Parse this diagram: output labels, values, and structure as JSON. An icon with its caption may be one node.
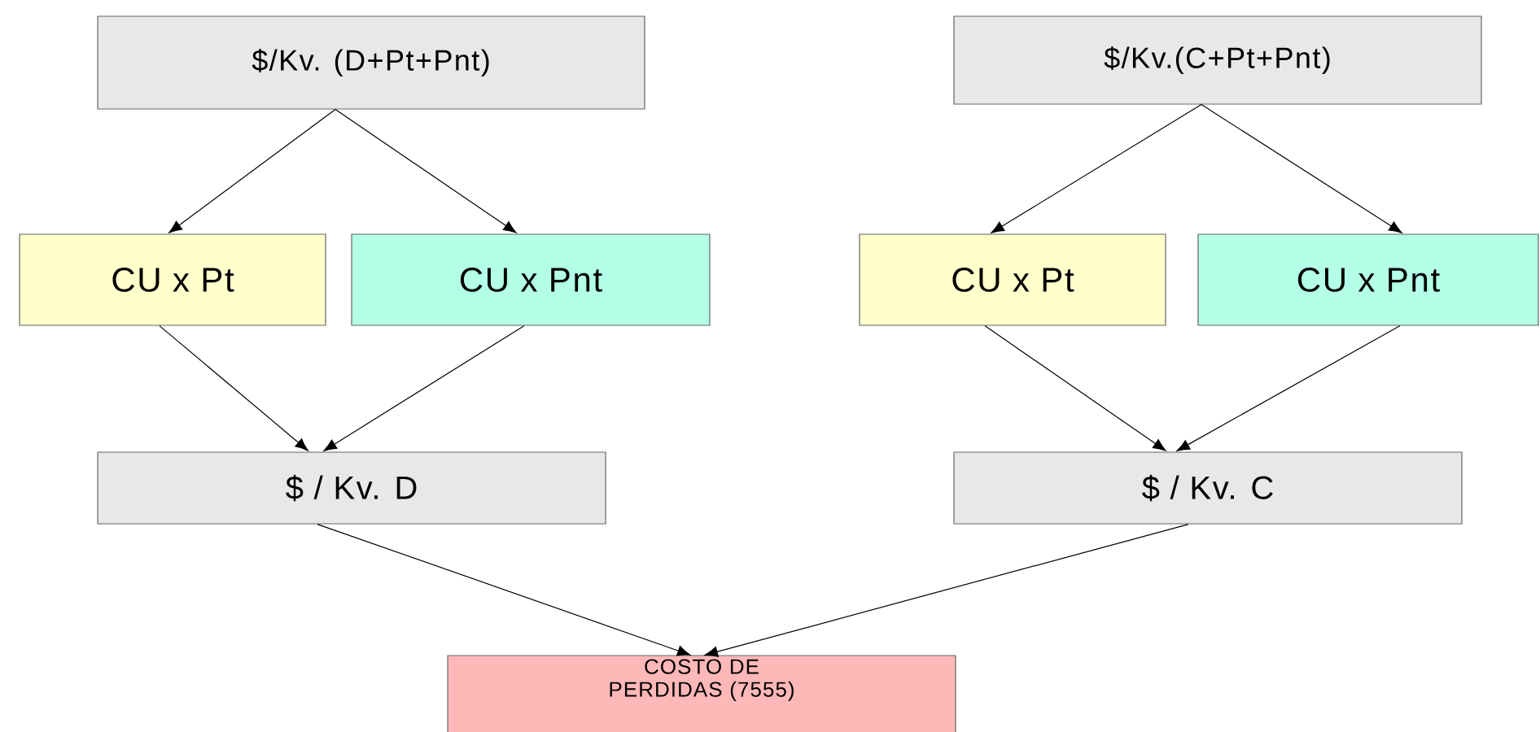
{
  "diagram": {
    "nodes": [
      {
        "text": [
          "$/Kv. (D+Pt+Pnt)"
        ]
      },
      {
        "text": [
          "CU x Pt"
        ]
      },
      {
        "text": [
          "CU x Pnt"
        ]
      },
      {
        "text": [
          "$ / Kv. D"
        ]
      },
      {
        "text": [
          "$/Kv.(C+Pt+Pnt)"
        ]
      },
      {
        "text": [
          "CU x Pt"
        ]
      },
      {
        "text": [
          "CU x Pnt"
        ]
      },
      {
        "text": [
          "$ / Kv. C"
        ]
      },
      {
        "text": [
          "COSTO DE PERDIDAS (7555)"
        ]
      }
    ],
    "edges": [
      {
        "from": 0,
        "to": 1,
        "arrow": "to"
      },
      {
        "from": 0,
        "to": 2,
        "arrow": "to"
      },
      {
        "from": 1,
        "to": 3,
        "arrow": "to"
      },
      {
        "from": 2,
        "to": 3,
        "arrow": "to"
      },
      {
        "from": 4,
        "to": 5,
        "arrow": "to"
      },
      {
        "from": 4,
        "to": 6,
        "arrow": "to"
      },
      {
        "from": 5,
        "to": 7,
        "arrow": "to"
      },
      {
        "from": 6,
        "to": 7,
        "arrow": "to"
      },
      {
        "from": 3,
        "to": 8,
        "arrow": "to"
      },
      {
        "from": 7,
        "to": 8,
        "arrow": "to"
      }
    ]
  }
}
